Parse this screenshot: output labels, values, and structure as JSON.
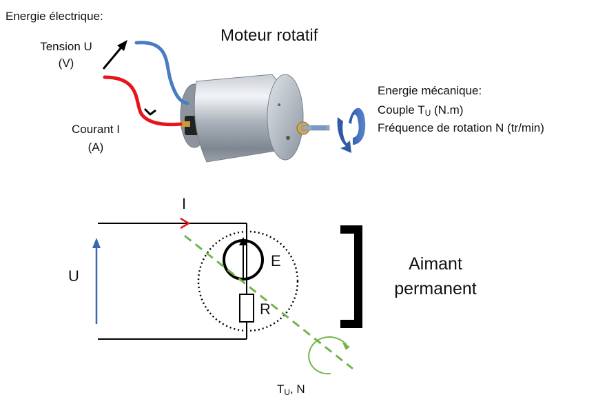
{
  "title": "Moteur rotatif",
  "electrical": {
    "heading": "Energie électrique:",
    "voltage": "Tension U",
    "voltage_unit": "(V)",
    "current": "Courant I",
    "current_unit": "(A)"
  },
  "mechanical": {
    "heading": "Energie mécanique:",
    "torque_prefix": "Couple T",
    "torque_sub": "U",
    "torque_unit": "(N.m)",
    "speed": "Fréquence de rotation N (tr/min)"
  },
  "circuit": {
    "current_label": "I",
    "voltage_label": "U",
    "emf_label": "E",
    "resistance_label": "R",
    "magnet_line1": "Aimant",
    "magnet_line2": "permanent",
    "output_prefix": "T",
    "output_sub": "U",
    "output_suffix": ", N"
  },
  "colors": {
    "wire_blue": "#4a7cc4",
    "wire_red": "#e8141c",
    "arrow_blue": "#3a66b0",
    "green": "#72b54a",
    "black": "#000000"
  }
}
